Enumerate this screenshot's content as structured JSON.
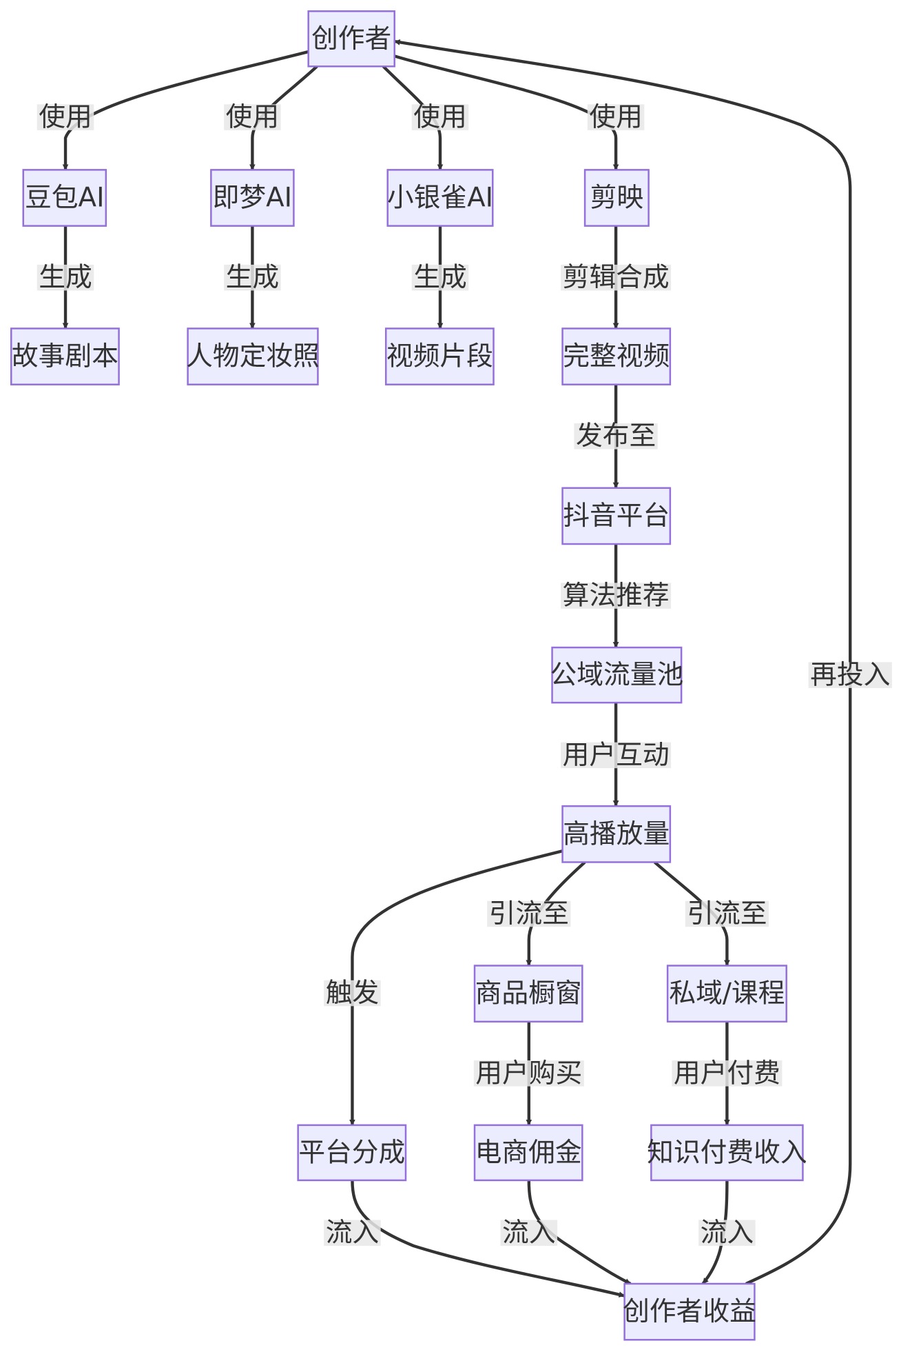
{
  "diagram": {
    "type": "flowchart",
    "colors": {
      "node_fill": "#ECECFF",
      "node_border": "#9370DB",
      "edge": "#333333",
      "label_bg": "#E8E8E8",
      "text": "#333333"
    },
    "nodes": [
      {
        "id": "creator",
        "label": "创作者"
      },
      {
        "id": "doubao",
        "label": "豆包AI"
      },
      {
        "id": "jimeng",
        "label": "即梦AI"
      },
      {
        "id": "xiaoyinque",
        "label": "小银雀AI"
      },
      {
        "id": "jianying",
        "label": "剪映"
      },
      {
        "id": "script",
        "label": "故事剧本"
      },
      {
        "id": "photo",
        "label": "人物定妆照"
      },
      {
        "id": "clip",
        "label": "视频片段"
      },
      {
        "id": "video",
        "label": "完整视频"
      },
      {
        "id": "douyin",
        "label": "抖音平台"
      },
      {
        "id": "pool",
        "label": "公域流量池"
      },
      {
        "id": "plays",
        "label": "高播放量"
      },
      {
        "id": "shop",
        "label": "商品橱窗"
      },
      {
        "id": "private",
        "label": "私域/课程"
      },
      {
        "id": "share",
        "label": "平台分成"
      },
      {
        "id": "commission",
        "label": "电商佣金"
      },
      {
        "id": "knowledge",
        "label": "知识付费收入"
      },
      {
        "id": "income",
        "label": "创作者收益"
      }
    ],
    "edges": [
      {
        "from": "creator",
        "to": "doubao",
        "label": "使用"
      },
      {
        "from": "creator",
        "to": "jimeng",
        "label": "使用"
      },
      {
        "from": "creator",
        "to": "xiaoyinque",
        "label": "使用"
      },
      {
        "from": "creator",
        "to": "jianying",
        "label": "使用"
      },
      {
        "from": "doubao",
        "to": "script",
        "label": "生成"
      },
      {
        "from": "jimeng",
        "to": "photo",
        "label": "生成"
      },
      {
        "from": "xiaoyinque",
        "to": "clip",
        "label": "生成"
      },
      {
        "from": "jianying",
        "to": "video",
        "label": "剪辑合成"
      },
      {
        "from": "video",
        "to": "douyin",
        "label": "发布至"
      },
      {
        "from": "douyin",
        "to": "pool",
        "label": "算法推荐"
      },
      {
        "from": "pool",
        "to": "plays",
        "label": "用户互动"
      },
      {
        "from": "plays",
        "to": "share",
        "label": "触发"
      },
      {
        "from": "plays",
        "to": "shop",
        "label": "引流至"
      },
      {
        "from": "plays",
        "to": "private",
        "label": "引流至"
      },
      {
        "from": "shop",
        "to": "commission",
        "label": "用户购买"
      },
      {
        "from": "private",
        "to": "knowledge",
        "label": "用户付费"
      },
      {
        "from": "share",
        "to": "income",
        "label": "流入"
      },
      {
        "from": "commission",
        "to": "income",
        "label": "流入"
      },
      {
        "from": "knowledge",
        "to": "income",
        "label": "流入"
      },
      {
        "from": "income",
        "to": "creator",
        "label": "再投入"
      }
    ]
  }
}
